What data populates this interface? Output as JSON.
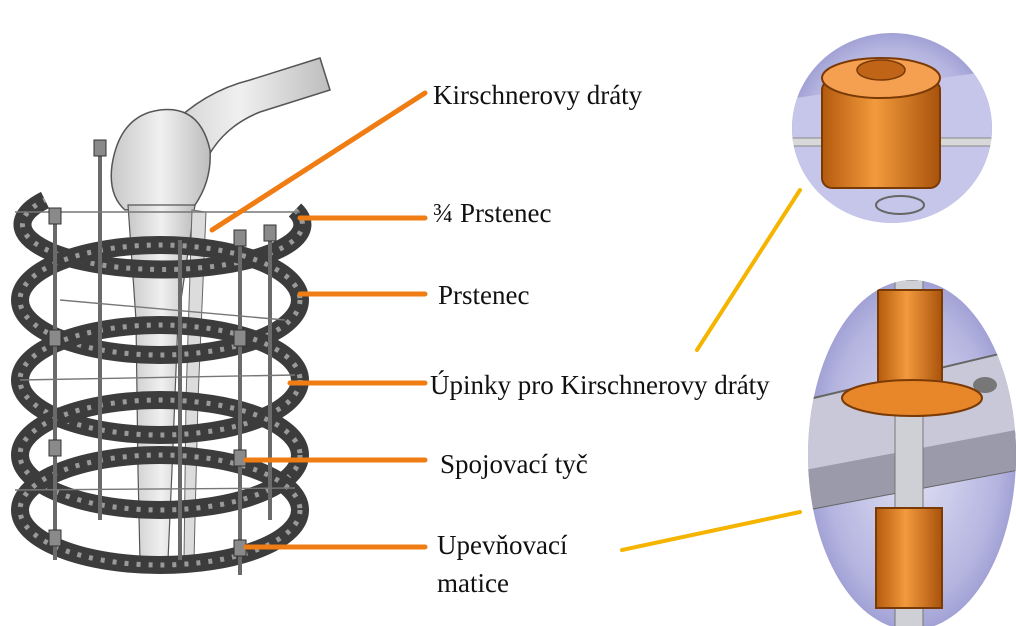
{
  "labels": {
    "kirschner_wires": "Kirschnerovy dráty",
    "three_quarter_ring": "¾ Prstenec",
    "ring": "Prstenec",
    "wire_clamps": "Úpinky pro Kirschnerovy dráty",
    "connecting_rod": "Spojovací tyč",
    "fixing_nut_line1": "Upevňovací",
    "fixing_nut_line2": "matice"
  },
  "colors": {
    "orange_leader": "#f07d14",
    "yellow_leader": "#f4b400",
    "ring_dark": "#3c3c3c",
    "bone": "#e2e2e2",
    "clamp_orange": "#e07818",
    "inset_blue": "#b8b8e6"
  }
}
